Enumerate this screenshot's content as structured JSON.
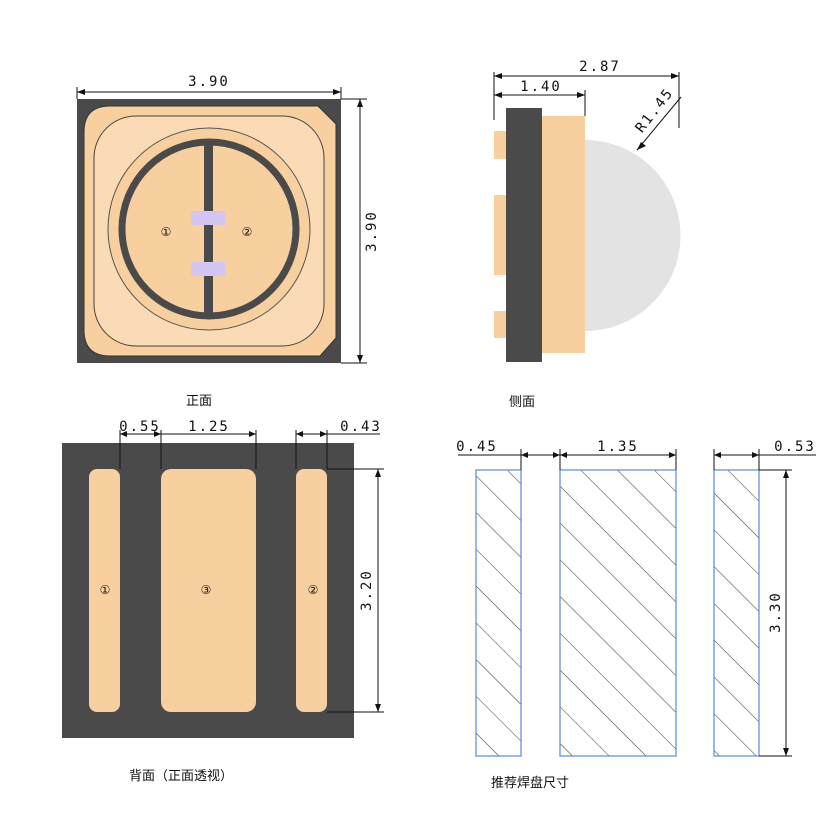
{
  "colors": {
    "body": "#4a4a4a",
    "pad": "#f8cf9f",
    "pad_light": "#fadbb6",
    "led": "#d4c6f2",
    "lens": "#e3e3e3",
    "hatch_border": "#5a8ad6",
    "line": "#111111"
  },
  "front": {
    "caption": "正面",
    "dim_width": "3.90",
    "dim_height": "3.90",
    "pad_labels": [
      "①",
      "②"
    ]
  },
  "side": {
    "caption": "侧面",
    "dim_total": "2.87",
    "dim_body": "1.40",
    "dim_radius": "R1.45"
  },
  "back": {
    "caption": "背面（正面透视）",
    "dim_gap": "0.55",
    "dim_center": "1.25",
    "dim_edge": "0.43",
    "dim_height": "3.20",
    "pad_labels": [
      "①",
      "③",
      "②"
    ]
  },
  "footprint": {
    "caption": "推荐焊盘尺寸",
    "dim_left": "0.45",
    "dim_center": "1.35",
    "dim_right": "0.53",
    "dim_height": "3.30"
  }
}
